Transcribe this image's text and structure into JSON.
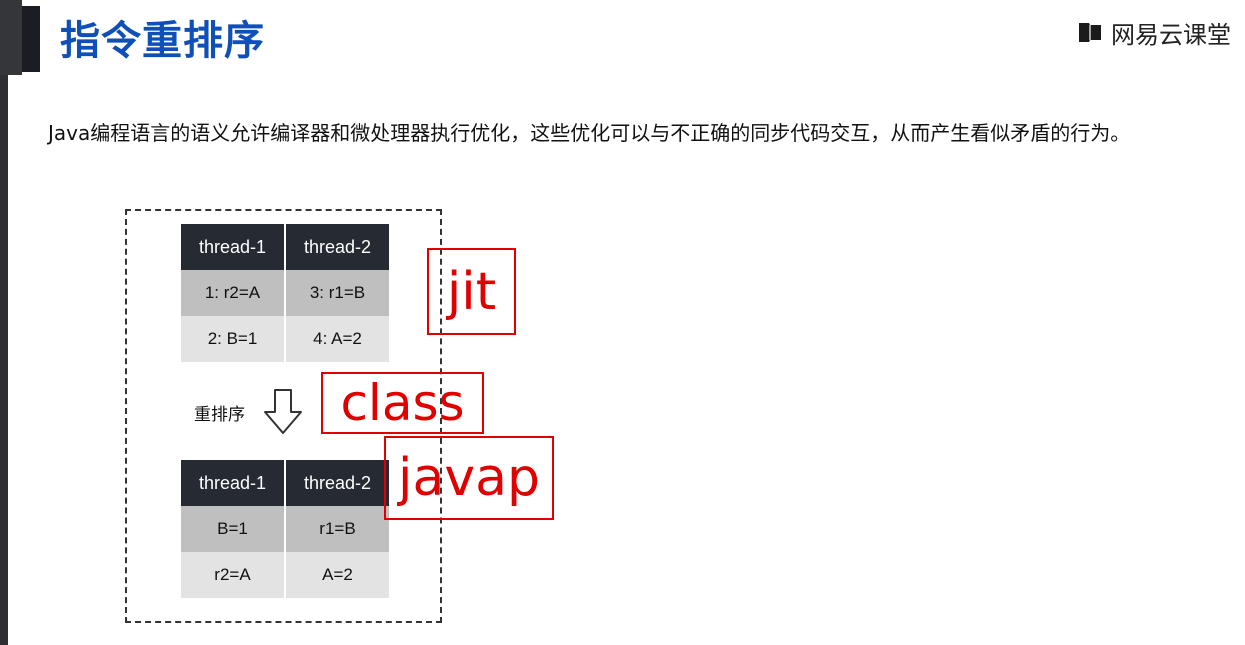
{
  "header": {
    "title": "指令重排序",
    "brand": {
      "name": "网易云课堂",
      "icon": "book-icon"
    }
  },
  "description": "Java编程语言的语义允许编译器和微处理器执行优化，这些优化可以与不正确的同步代码交互，从而产生看似矛盾的行为。",
  "diagram": {
    "table_before": {
      "headers": [
        "thread-1",
        "thread-2"
      ],
      "rows": [
        [
          "1: r2=A",
          "3: r1=B"
        ],
        [
          "2: B=1",
          "4: A=2"
        ]
      ]
    },
    "reorder_label": "重排序",
    "arrow_icon": "down-arrow-icon",
    "table_after": {
      "headers": [
        "thread-1",
        "thread-2"
      ],
      "rows": [
        [
          "B=1",
          "r1=B"
        ],
        [
          "r2=A",
          "A=2"
        ]
      ]
    }
  },
  "annotations": {
    "jit": "jit",
    "class": "class",
    "javap": "javap",
    "color": "#e00000"
  },
  "colors": {
    "title": "#0f4fb8",
    "table_header": "#262a33",
    "row_dark": "#bfbfbf",
    "row_light": "#e3e3e3"
  }
}
